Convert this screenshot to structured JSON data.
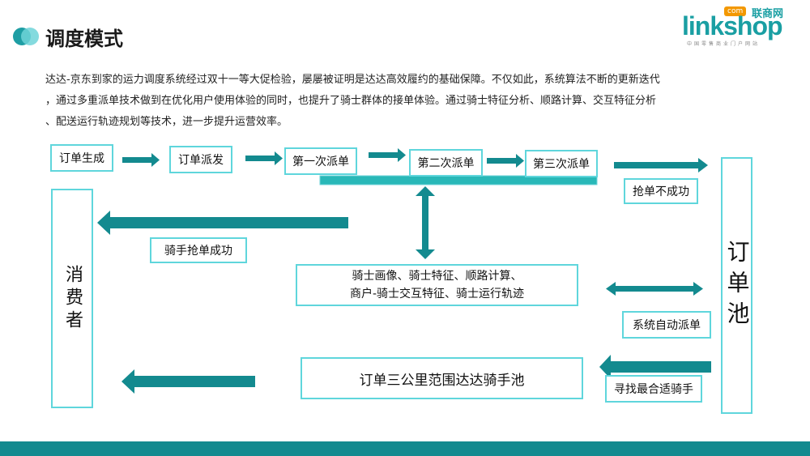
{
  "header": {
    "title": "调度模式",
    "logo": {
      "text": "linkshop",
      "badge": "com",
      "cn_name": "联商网",
      "tagline": "中国零售商业门户网站",
      "color": "#1a9fa3",
      "accent": "#f39800"
    }
  },
  "intro": {
    "line1": "达达-京东到家的运力调度系统经过双十一等大促检验，屡屡被证明是达达高效履约的基础保障。不仅如此，系统算法不断的更新迭代",
    "line2": "，通过多重派单技术做到在优化用户使用体验的同时，也提升了骑士群体的接单体验。通过骑士特征分析、顺路计算、交互特征分析",
    "line3": "、配送运行轨迹规划等技术，进一步提升运营效率。"
  },
  "flow": {
    "order_create": "订单生成",
    "order_dispatch": "订单派发",
    "first_dispatch": "第一次派单",
    "second_dispatch": "第二次派单",
    "third_dispatch": "第三次派单",
    "grab_failed": "抢单不成功",
    "rider_grab_success": "骑手抢单成功",
    "consumer": "消费者",
    "order_pool": "订单池",
    "features_line1": "骑士画像、骑士特征、顺路计算、",
    "features_line2": "商户-骑士交互特征、骑士运行轨迹",
    "auto_dispatch": "系统自动派单",
    "rider_pool": "订单三公里范围达达骑手池",
    "find_rider": "寻找最合适骑手"
  },
  "colors": {
    "arrow": "#138a8f",
    "box_border": "#5fd6dc",
    "bar": "#29b8b8",
    "footer": "#138a8f"
  }
}
